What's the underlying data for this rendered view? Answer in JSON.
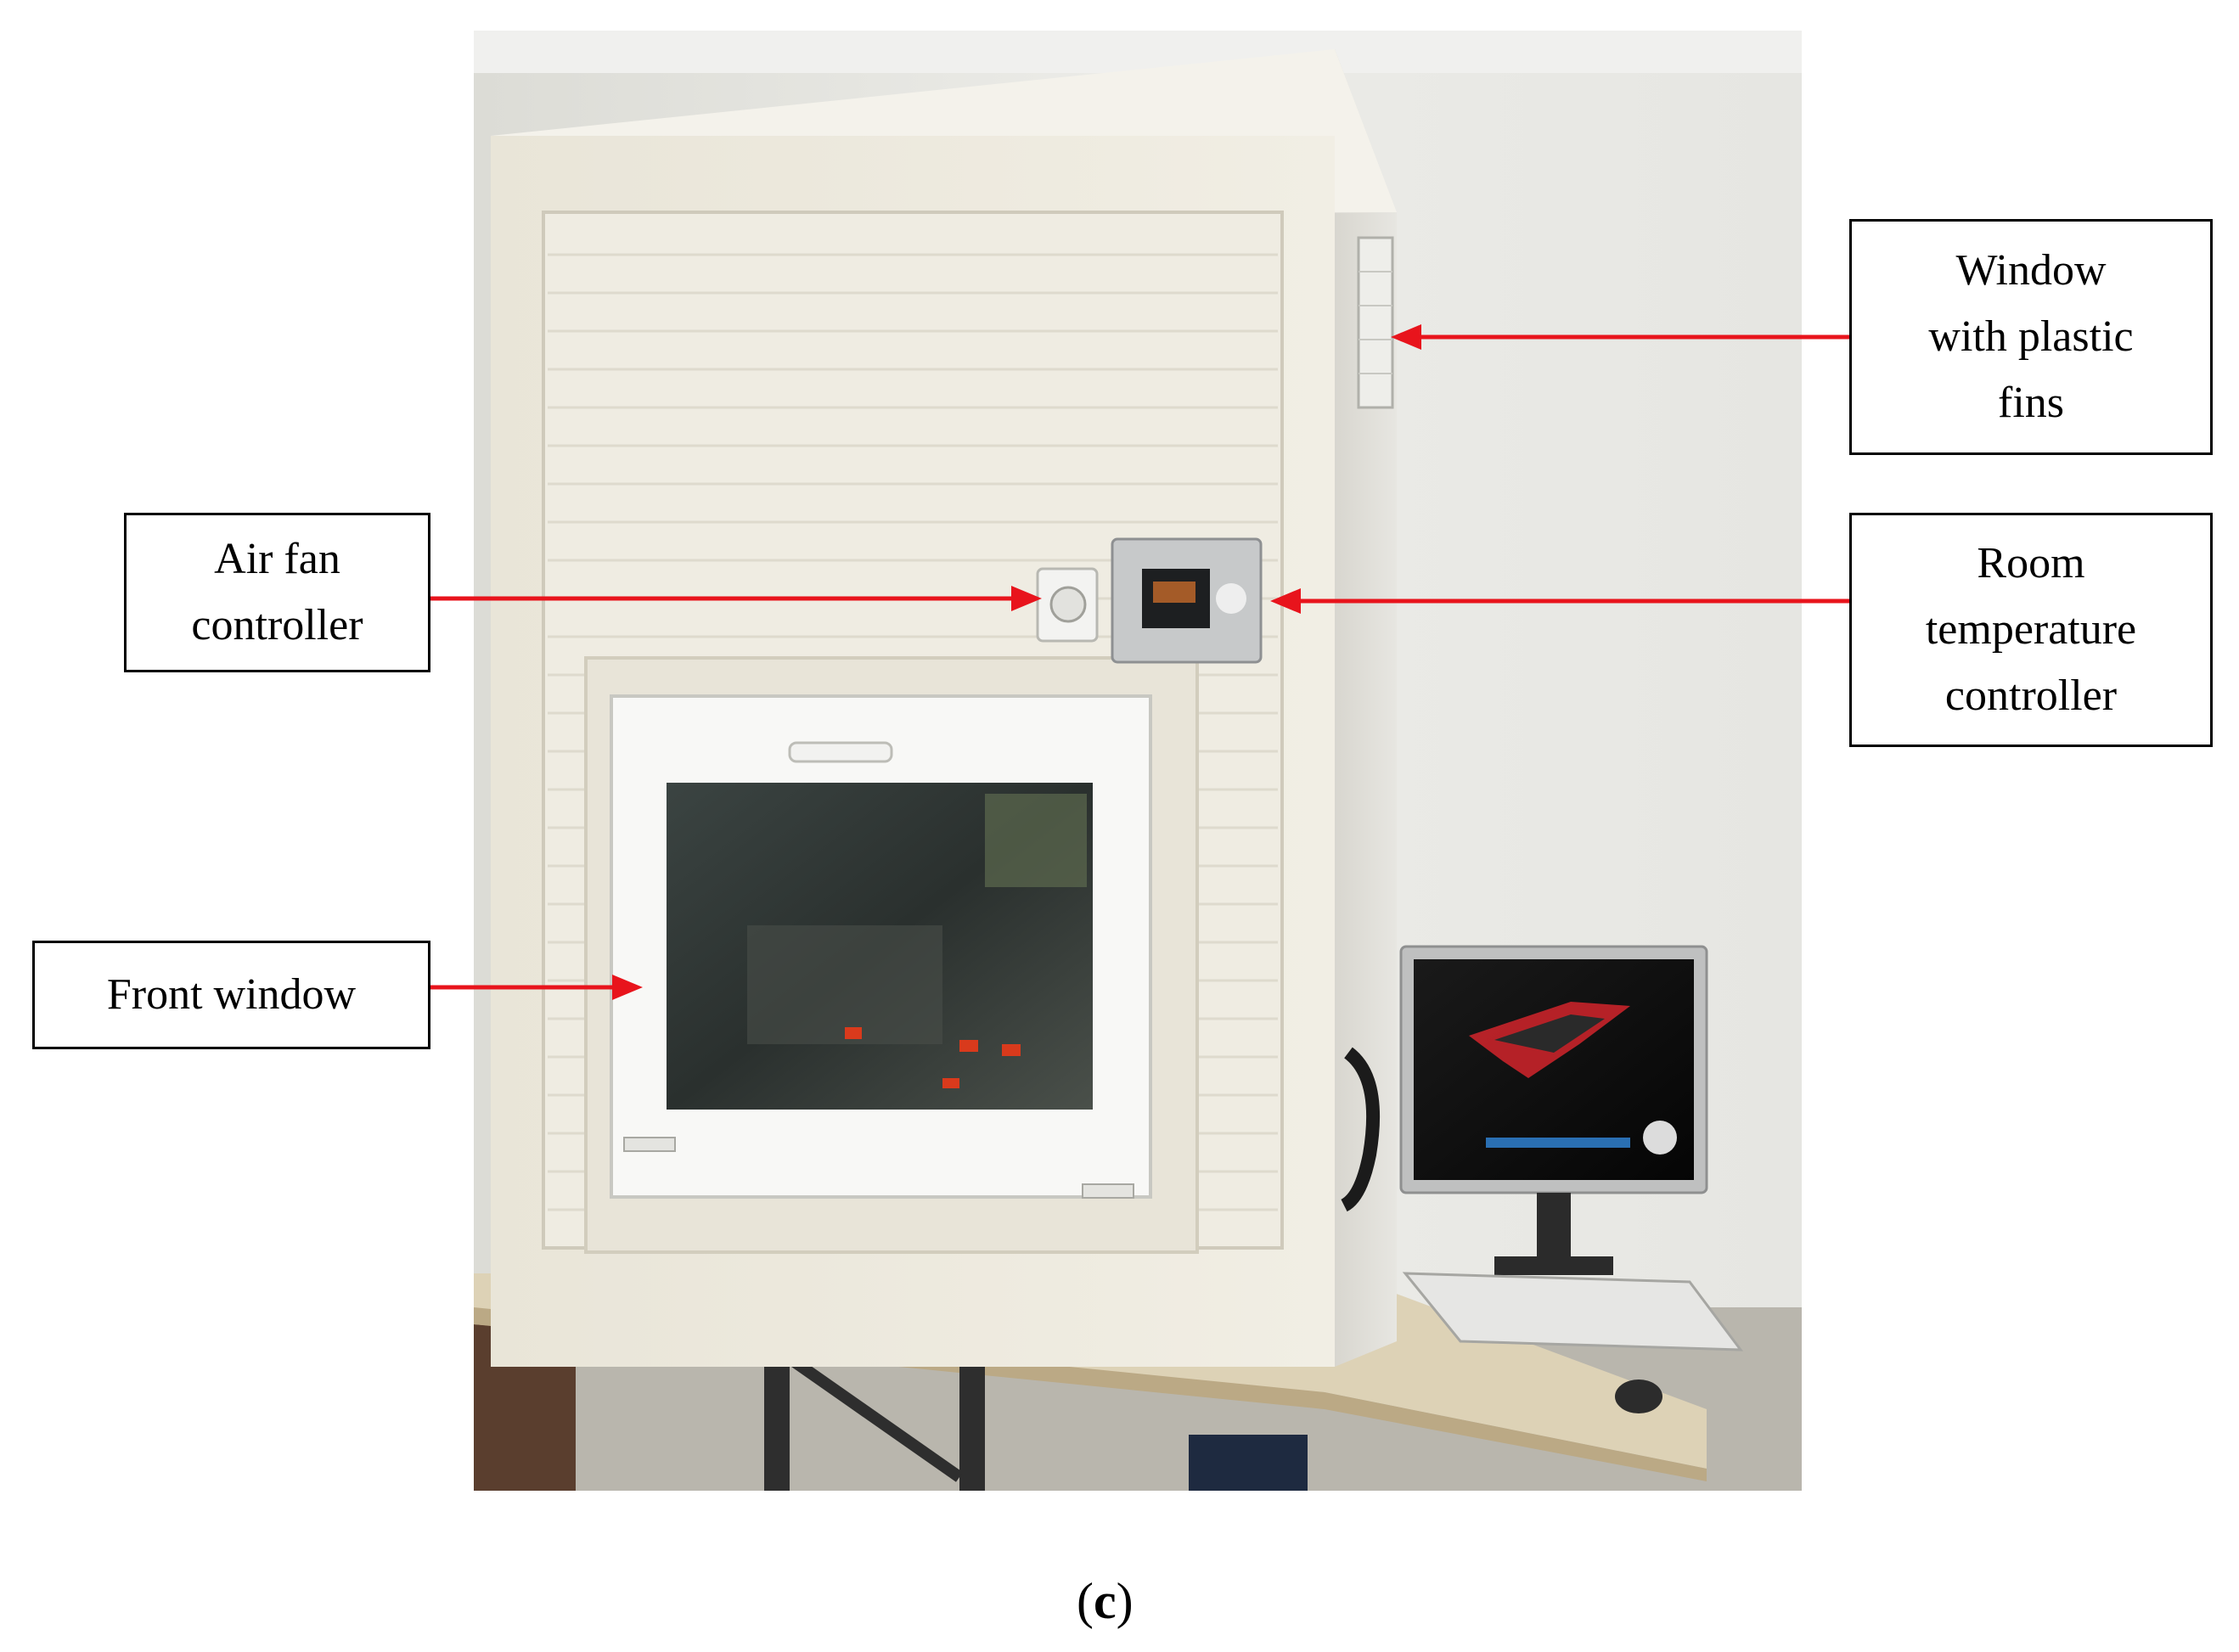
{
  "callouts": {
    "window_fins": [
      "Window",
      "with plastic",
      "fins"
    ],
    "air_fan": [
      "Air fan",
      "controller"
    ],
    "room_temp": [
      "Room",
      "temperature",
      "controller"
    ],
    "front_window": [
      "Front window"
    ]
  },
  "figure_label": {
    "open": "(",
    "letter": "c",
    "close": ")"
  },
  "colors": {
    "arrow": "#e8141c",
    "box_border": "#000000"
  }
}
